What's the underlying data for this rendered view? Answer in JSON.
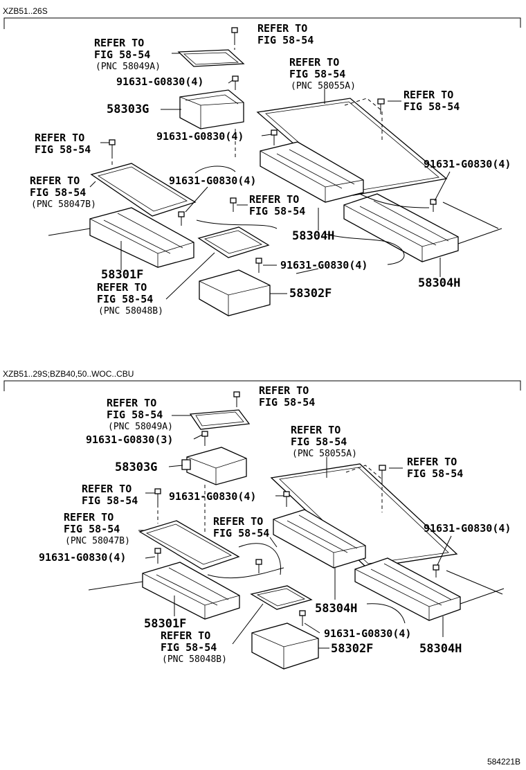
{
  "sections": [
    {
      "variant": "XZB51..26S",
      "labels": {
        "refer_bolt_top": [
          "REFER TO",
          "FIG 58-54"
        ],
        "refer_58049a": [
          "REFER TO",
          "FIG 58-54",
          "(PNC 58049A)"
        ],
        "bolt_a": "91631-G0830(4)",
        "pn_58303g": "58303G",
        "refer_58055a": [
          "REFER TO",
          "FIG 58-54",
          "(PNC 58055A)"
        ],
        "refer_bolt_right": [
          "REFER TO",
          "FIG 58-54"
        ],
        "bolt_b": "91631-G0830(4)",
        "refer_bolt_left": [
          "REFER TO",
          "FIG 58-54"
        ],
        "bolt_c": "91631-G0830(4)",
        "refer_58047b": [
          "REFER TO",
          "FIG 58-54",
          "(PNC 58047B)"
        ],
        "bolt_d": "91631-G0830(4)",
        "refer_bolt_mid": [
          "REFER TO",
          "FIG 58-54"
        ],
        "pn_58304h_a": "58304H",
        "bolt_e": "91631-G0830(4)",
        "pn_58301f": "58301F",
        "refer_58048b": [
          "REFER TO",
          "FIG 58-54",
          "(PNC 58048B)"
        ],
        "pn_58302f": "58302F",
        "pn_58304h_b": "58304H"
      }
    },
    {
      "variant": "XZB51..29S;BZB40,50..WOC..CBU",
      "labels": {
        "refer_bolt_top": [
          "REFER TO",
          "FIG 58-54"
        ],
        "refer_58049a": [
          "REFER TO",
          "FIG 58-54",
          "(PNC 58049A)"
        ],
        "bolt_a": "91631-G0830(3)",
        "pn_58303g": "58303G",
        "refer_58055a": [
          "REFER TO",
          "FIG 58-54",
          "(PNC 58055A)"
        ],
        "refer_bolt_right": [
          "REFER TO",
          "FIG 58-54"
        ],
        "refer_bolt_left": [
          "REFER TO",
          "FIG 58-54"
        ],
        "bolt_b": "91631-G0830(4)",
        "refer_58047b": [
          "REFER TO",
          "FIG 58-54",
          "(PNC 58047B)"
        ],
        "refer_bolt_mid": [
          "REFER TO",
          "FIG 58-54"
        ],
        "bolt_c": "91631-G0830(4)",
        "bolt_d": "91631-G0830(4)",
        "pn_58301f": "58301F",
        "pn_58304h_a": "58304H",
        "refer_58048b": [
          "REFER TO",
          "FIG 58-54",
          "(PNC 58048B)"
        ],
        "bolt_e": "91631-G0830(4)",
        "pn_58302f": "58302F",
        "pn_58304h_b": "58304H"
      }
    }
  ],
  "figure_id": "584221B"
}
